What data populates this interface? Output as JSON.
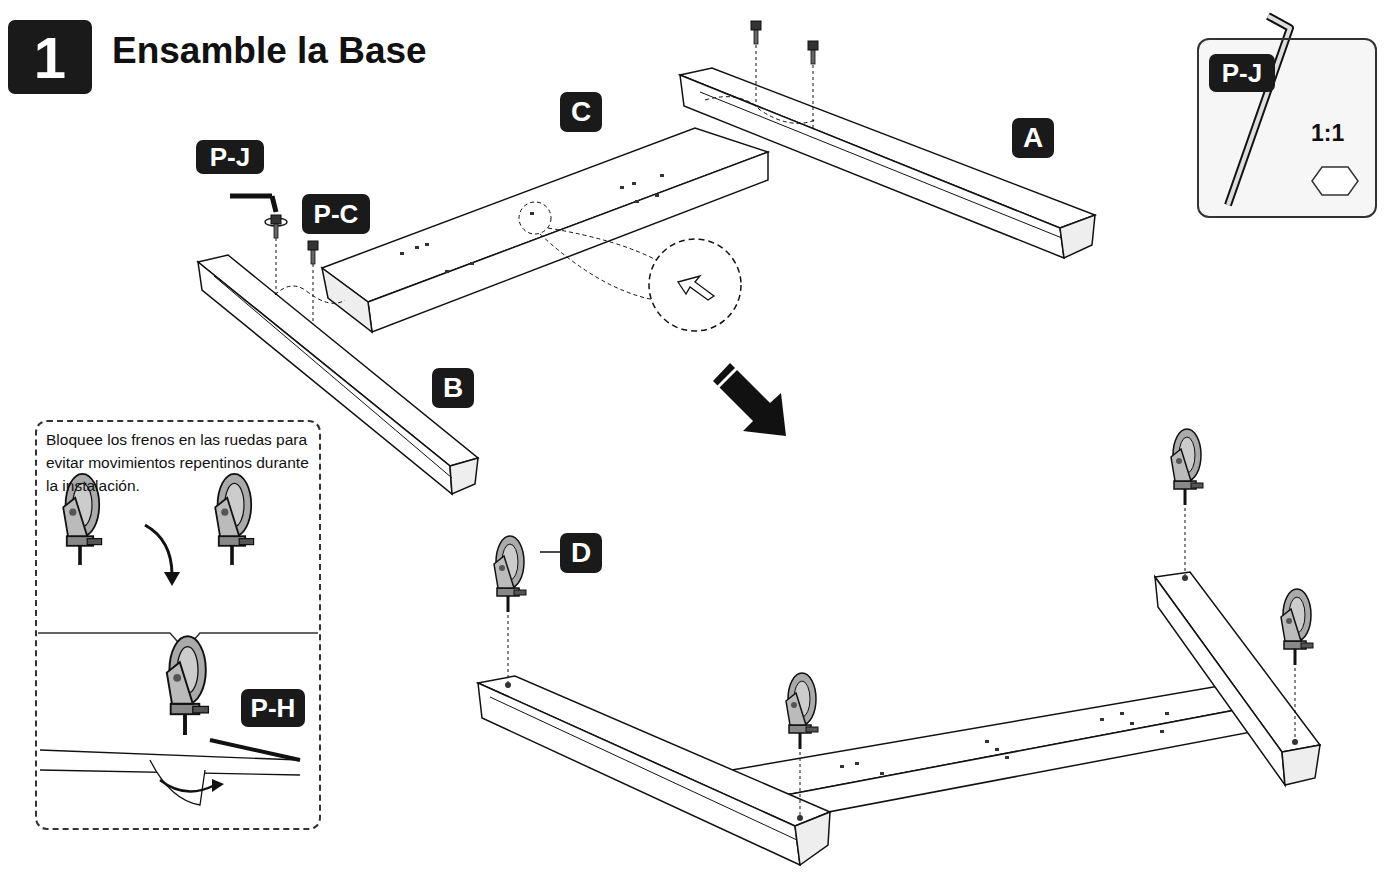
{
  "diagram": {
    "title": "Ensamble la Base",
    "nodes": [
      {
        "text": [
          "1"
        ]
      },
      {
        "text": [
          "P-J"
        ]
      },
      {
        "text": [
          "P-C"
        ]
      },
      {
        "text": [
          "C"
        ]
      },
      {
        "text": [
          "A"
        ]
      },
      {
        "text": [
          "1:1"
        ]
      },
      {
        "text": [
          "P-J"
        ],
        "in": 5
      },
      {
        "text": [
          "B"
        ]
      },
      {
        "text": [
          "Bloquee los frenos en las ruedas para evitar movimientos repentinos durante la instalación."
        ]
      },
      {
        "text": [
          "P-H"
        ],
        "in": 8
      },
      {
        "text": [
          "D"
        ]
      }
    ]
  }
}
